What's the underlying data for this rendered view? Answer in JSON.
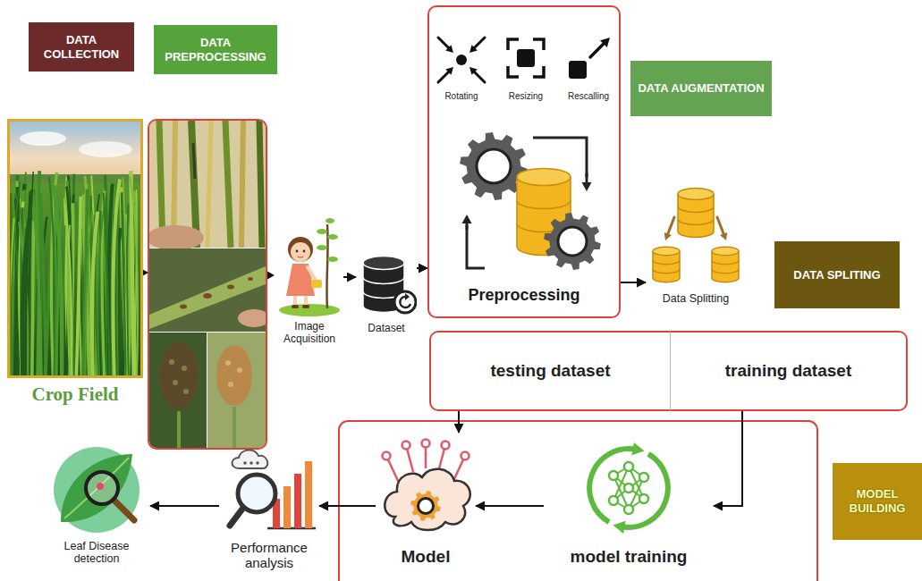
{
  "diagram": {
    "nodes": [
      {
        "text": [
          "DATA COLLECTION"
        ]
      },
      {
        "text": [
          "DATA PREPROCESSING"
        ]
      },
      {
        "text": [
          "Preprocessing"
        ]
      },
      {
        "text": [
          "Rotating"
        ],
        "in": 2
      },
      {
        "text": [
          "Resizing"
        ],
        "in": 2
      },
      {
        "text": [
          "Rescalling"
        ],
        "in": 2
      },
      {
        "text": [
          "DATA AUGMENTATION"
        ]
      },
      {
        "text": [
          "Crop Field"
        ]
      },
      {
        "text": [
          "Image Acquisition"
        ]
      },
      {
        "text": [
          "Dataset"
        ]
      },
      {
        "text": [
          "Data Splitting"
        ]
      },
      {
        "text": [
          "DATA SPLITING"
        ]
      },
      {
        "text": [
          "testing dataset"
        ]
      },
      {
        "text": [
          "training dataset"
        ]
      },
      {
        "text": [
          "MODEL BUILDING"
        ]
      },
      {
        "text": [
          "Leaf Disease detection"
        ]
      },
      {
        "text": [
          "Performance analysis"
        ]
      },
      {
        "text": [
          "Model"
        ]
      },
      {
        "text": [
          "model training"
        ]
      }
    ],
    "edges": [
      {
        "from": 8,
        "to": 9,
        "arrow": "to"
      },
      {
        "from": 9,
        "to": 2,
        "arrow": "to"
      },
      {
        "from": 2,
        "to": 10,
        "arrow": "to"
      },
      {
        "from": 12,
        "to": 17,
        "arrow": "to"
      },
      {
        "from": 13,
        "to": 18,
        "arrow": "to"
      },
      {
        "from": 18,
        "to": 17,
        "arrow": "to"
      },
      {
        "from": 17,
        "to": 16,
        "arrow": "to"
      },
      {
        "from": 16,
        "to": 15,
        "arrow": "to"
      }
    ]
  }
}
